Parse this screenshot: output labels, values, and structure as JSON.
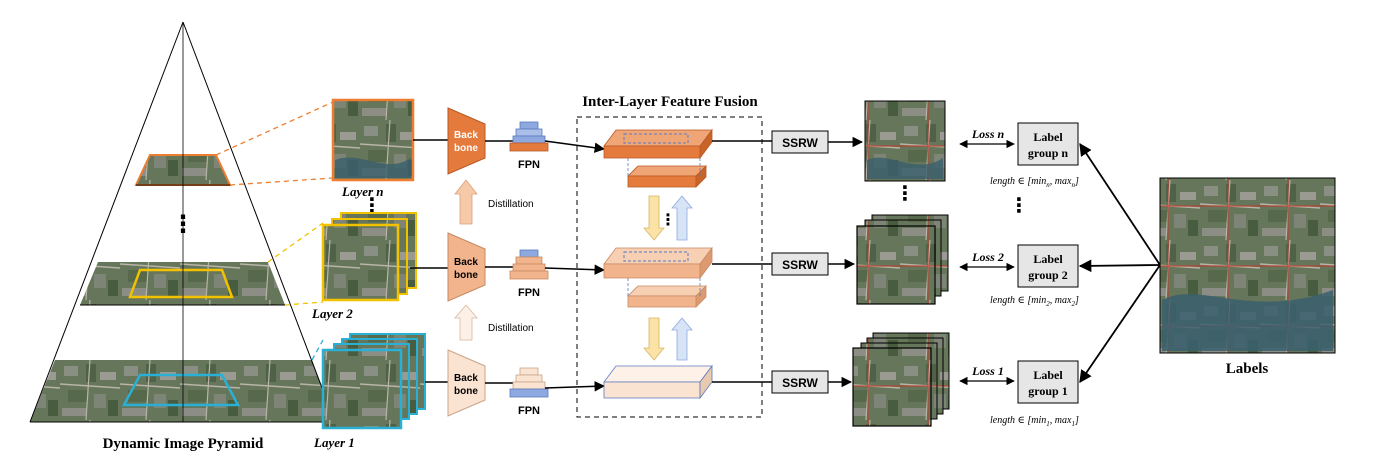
{
  "pyramid": {
    "title": "Dynamic Image Pyramid",
    "vdots": "⋮"
  },
  "layers": {
    "n": "Layer n",
    "two": "Layer 2",
    "one": "Layer 1",
    "vdots": "⋮"
  },
  "backbone": {
    "line1": "Back",
    "line2": "bone",
    "distillation": "Distillation"
  },
  "fpn": {
    "label": "FPN"
  },
  "fusion": {
    "title": "Inter-Layer Feature Fusion",
    "vdots": "⋮"
  },
  "ssrw": {
    "label": "SSRW"
  },
  "losses": {
    "n": "Loss n",
    "two": "Loss 2",
    "one": "Loss 1"
  },
  "label_groups": {
    "word": "Label",
    "n": "group n",
    "two": "group 2",
    "one": "group 1"
  },
  "length_ranges": {
    "prefix": "length ∈ [",
    "n_min": "min",
    "n_min_sub": "n",
    "n_max": "max",
    "n_max_sub": "n",
    "two_min_sub": "2",
    "two_max_sub": "2",
    "one_min_sub": "1",
    "one_max_sub": "1",
    "sep": ", ",
    "close": "]"
  },
  "right_vdots": "⋮",
  "labels_caption": "Labels",
  "colors": {
    "orange_dark": "#e47b3c",
    "orange_mid": "#f1b48c",
    "orange_light": "#fbe3d2",
    "blue_fpn": "#8ea9e0",
    "layer_n_border": "#ed7d31",
    "layer_2_border": "#f2c200",
    "layer_1_border": "#2ab0d4",
    "ssrw_fill": "#e7e6e6",
    "arrow_yellow": "#fbe2a6",
    "arrow_blue": "#d6e4f6"
  }
}
